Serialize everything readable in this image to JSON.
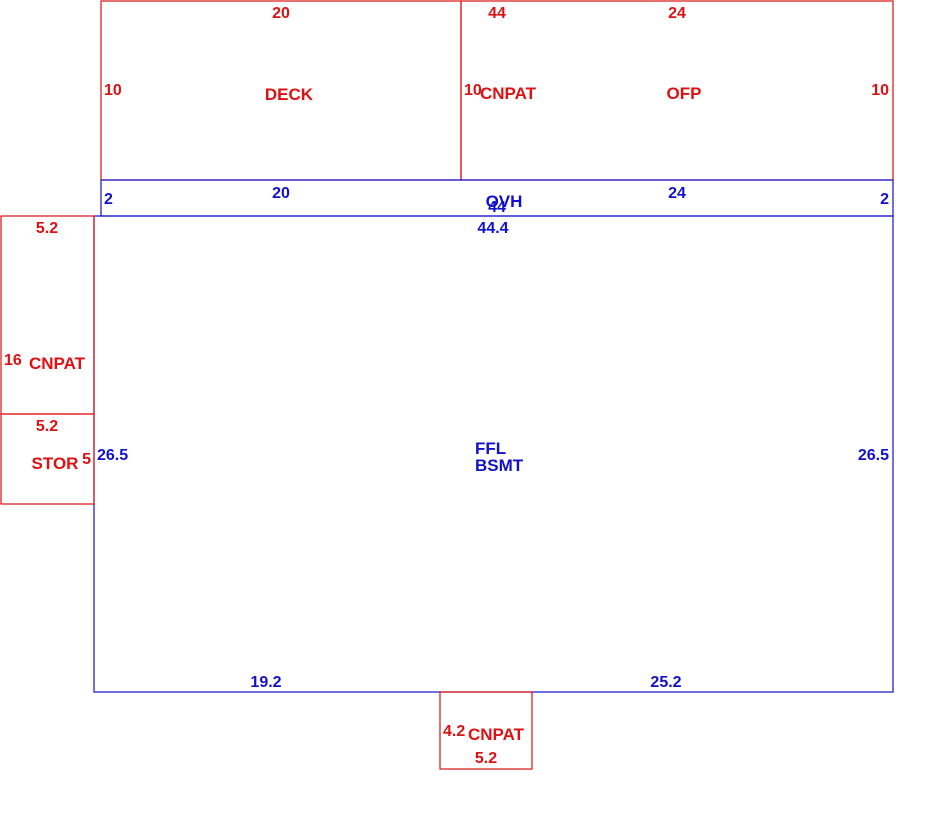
{
  "colors": {
    "red": "#dd1111",
    "blue": "#1111cc"
  },
  "deck": {
    "name": "DECK",
    "top": "20",
    "left": "10"
  },
  "cnpat_top": {
    "name": "CNPAT",
    "top": "44",
    "left": "10"
  },
  "ofp": {
    "name": "OFP",
    "top": "24",
    "right": "10"
  },
  "ovh": {
    "name": "OVH",
    "top_left": "20",
    "top_right": "24",
    "left": "2",
    "right": "2",
    "bottom": "44"
  },
  "bsmt": {
    "name_line1": "FFL",
    "name_line2": "BSMT",
    "top": "44.4",
    "left": "26.5",
    "right": "26.5",
    "bottom_left": "19.2",
    "bottom_right": "25.2"
  },
  "cnpat_left": {
    "name": "CNPAT",
    "top": "5.2",
    "left": "16"
  },
  "stor": {
    "name": "STOR",
    "top": "5.2",
    "right": "5"
  },
  "cnpat_bottom": {
    "name": "CNPAT",
    "left": "4.2",
    "bottom": "5.2"
  }
}
